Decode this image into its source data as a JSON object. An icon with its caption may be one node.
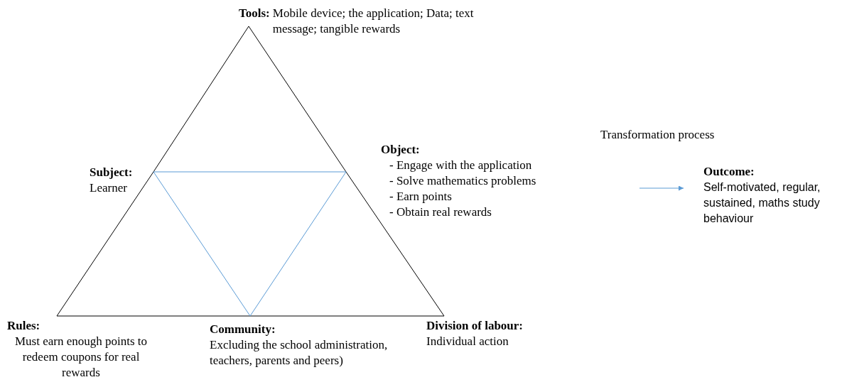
{
  "diagram": {
    "nodes": [
      {
        "text": [
          "Tools:",
          "Mobile device; the application; Data; text message; tangible rewards"
        ]
      },
      {
        "text": [
          "Subject:",
          "Learner"
        ]
      },
      {
        "text": [
          "Object:",
          "- Engage with the application",
          "- Solve mathematics problems",
          "- Earn points",
          "- Obtain real rewards"
        ]
      },
      {
        "text": [
          "Outcome:",
          "Self-motivated, regular, sustained, maths study behaviour"
        ]
      },
      {
        "text": [
          "Rules:",
          "Must earn enough points to redeem coupons for real rewards"
        ]
      },
      {
        "text": [
          "Community:",
          "Excluding the school administration, teachers, parents and peers)"
        ]
      },
      {
        "text": [
          "Division of labour:",
          "Individual action"
        ]
      }
    ],
    "edges": [
      {
        "from": 0,
        "to": 1,
        "arrow": "none"
      },
      {
        "from": 1,
        "to": 4,
        "arrow": "none"
      },
      {
        "from": 4,
        "to": 5,
        "arrow": "none"
      },
      {
        "from": 5,
        "to": 6,
        "arrow": "none"
      },
      {
        "from": 6,
        "to": 2,
        "arrow": "none"
      },
      {
        "from": 2,
        "to": 0,
        "arrow": "none"
      },
      {
        "from": 1,
        "to": 2,
        "arrow": "none",
        "color": "#5b9bd5"
      },
      {
        "from": 1,
        "to": 5,
        "arrow": "none",
        "color": "#5b9bd5"
      },
      {
        "from": 2,
        "to": 5,
        "arrow": "none",
        "color": "#5b9bd5"
      },
      {
        "from": null,
        "to": 3,
        "arrow": "to",
        "color": "#5b9bd5"
      }
    ],
    "labels": [
      "Transformation process"
    ]
  }
}
